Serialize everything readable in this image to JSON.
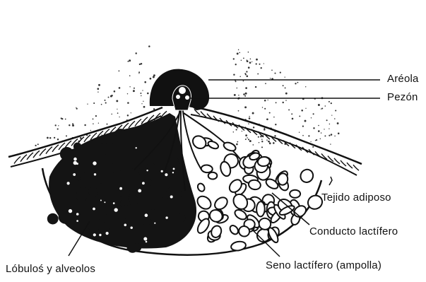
{
  "labels": {
    "areola": "Aréola",
    "pezon": "Pezón",
    "tejido": "Tejido adiposo",
    "conducto": "Conducto lactífero",
    "lobulos": "Lóbuloś y alveolos",
    "seno": "Seno lactífero (ampolla)"
  },
  "colors": {
    "ink": "#111111",
    "paper": "#ffffff"
  }
}
